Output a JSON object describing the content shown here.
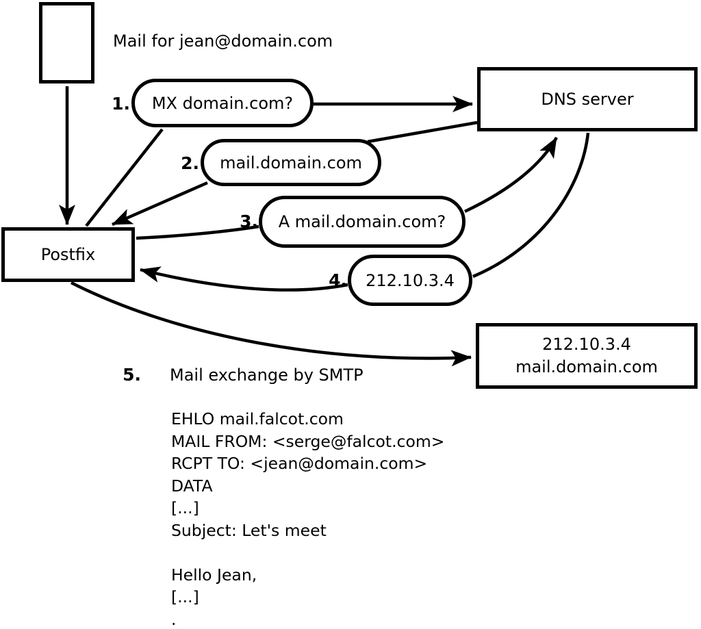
{
  "diagram": {
    "mail_note": "Mail for jean@domain.com",
    "nodes": {
      "sender_icon": "envelope",
      "postfix": "Postfix",
      "dns_server": "DNS server",
      "mail_server_line1": "212.10.3.4",
      "mail_server_line2": "mail.domain.com"
    },
    "steps": [
      {
        "num": "1.",
        "label": "MX domain.com?"
      },
      {
        "num": "2.",
        "label": "mail.domain.com"
      },
      {
        "num": "3.",
        "label": "A mail.domain.com?"
      },
      {
        "num": "4.",
        "label": "212.10.3.4"
      },
      {
        "num": "5.",
        "label": "Mail exchange by SMTP"
      }
    ],
    "smtp_session": "EHLO mail.falcot.com\nMAIL FROM: <serge@falcot.com>\nRCPT TO: <jean@domain.com>\nDATA\n[...]\nSubject: Let's meet\n\nHello Jean,\n[...]\n.",
    "colors": {
      "stroke": "#000000",
      "background": "#ffffff"
    }
  }
}
